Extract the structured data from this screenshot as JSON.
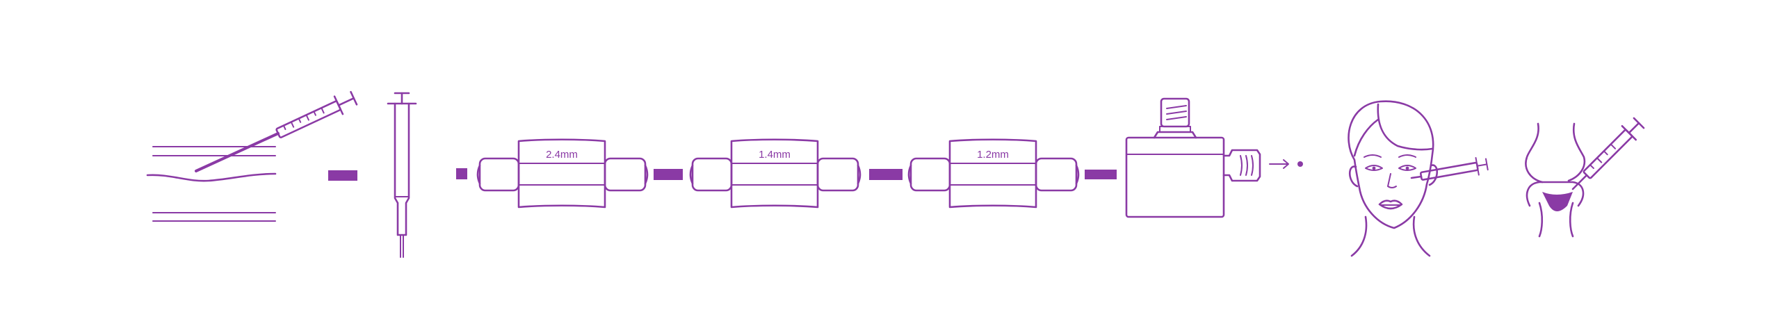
{
  "colors": {
    "accent": "#8a3aa5",
    "background": "#ffffff"
  },
  "steps": [
    {
      "icon": "tissue-syringe-harvest-icon"
    },
    {
      "icon": "vertical-syringe-icon"
    },
    {
      "icon": "micro-fragmentation-filter-icon",
      "label": "2.4mm"
    },
    {
      "icon": "micro-fragmentation-filter-icon",
      "label": "1.4mm"
    },
    {
      "icon": "micro-fragmentation-filter-icon",
      "label": "1.2mm"
    },
    {
      "icon": "processing-canister-icon"
    },
    {
      "icon": "facial-injection-icon"
    },
    {
      "icon": "knee-joint-injection-icon"
    }
  ]
}
